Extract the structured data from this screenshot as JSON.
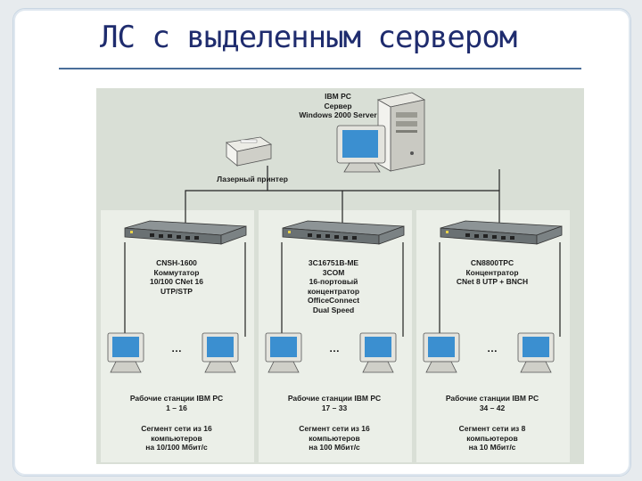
{
  "title": "ЛС с выделенным сервером",
  "colors": {
    "title": "#1f2c6e",
    "rule": "#4a6e9a",
    "panel": "#d9dfd6",
    "segment": "#ebefe8",
    "screen": "#3b8fd0"
  },
  "server": {
    "lines": [
      "IBM PC",
      "Сервер",
      "Windows 2000 Server"
    ]
  },
  "printer": {
    "label": "Лазерный принтер"
  },
  "segments": [
    {
      "device_lines": [
        "CNSH-1600",
        "Коммутатор",
        "10/100 CNet 16",
        "UTP/STP"
      ],
      "stations_lines": [
        "Рабочие станции IBM PC",
        "1 – 16"
      ],
      "network_lines": [
        "Сегмент сети из 16",
        "компьютеров",
        "на 10/100 Мбит/с"
      ]
    },
    {
      "device_lines": [
        "3C16751B-ME",
        "3COM",
        "16-портовый",
        "концентратор",
        "OfficeConnect",
        "Dual Speed"
      ],
      "stations_lines": [
        "Рабочие станции IBM PC",
        "17 – 33"
      ],
      "network_lines": [
        "Сегмент сети из 16",
        "компьютеров",
        "на 100 Мбит/с"
      ]
    },
    {
      "device_lines": [
        "CN8800TPC",
        "Концентратор",
        "CNet 8 UTP + BNCH"
      ],
      "stations_lines": [
        "Рабочие станции IBM PC",
        "34 – 42"
      ],
      "network_lines": [
        "Сегмент сети из 8",
        "компьютеров",
        "на 10 Мбит/с"
      ]
    }
  ]
}
